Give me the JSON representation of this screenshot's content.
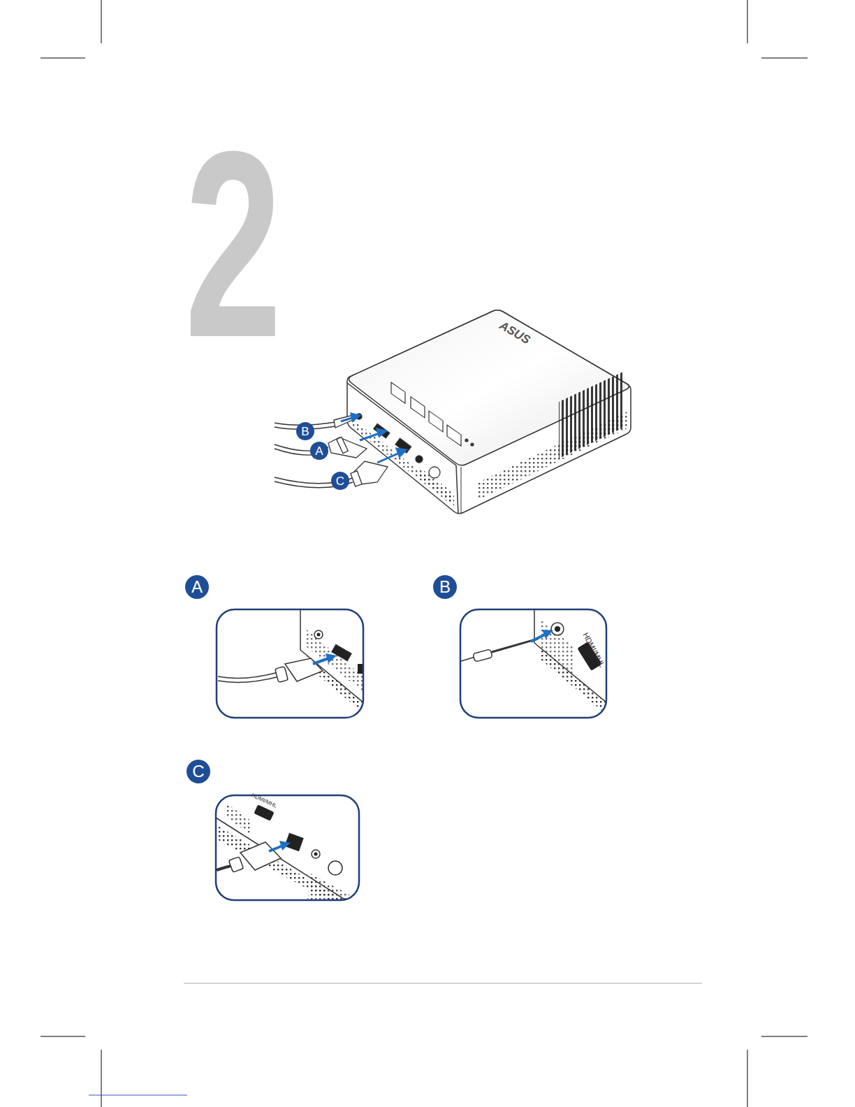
{
  "diagram": {
    "labels": [
      "2",
      "B",
      "A",
      "C",
      "A",
      "B",
      "C",
      "ASUS",
      "HDMI/MHL",
      "HDMI/MHL"
    ]
  }
}
